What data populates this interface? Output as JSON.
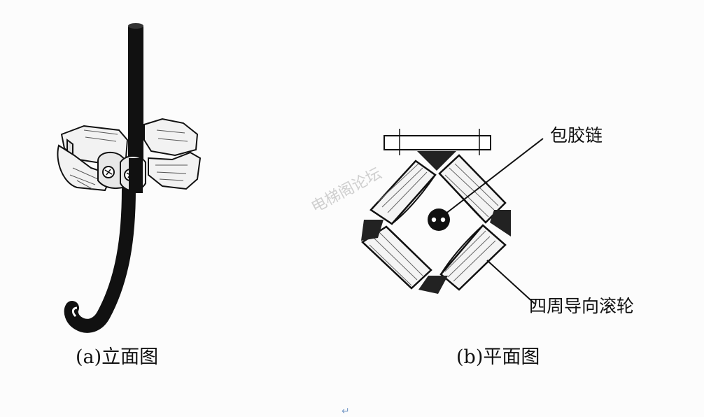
{
  "labels": {
    "chain": "包胶链",
    "rollers": "四周导向滚轮"
  },
  "captions": {
    "elevation": "(a)立面图",
    "plan": "(b)平面图"
  },
  "watermark": "电梯阁论坛",
  "paragraph_mark": "↵",
  "colors": {
    "ink": "#111111",
    "background": "#ffffff",
    "paragraph_mark": "#7a9cc8"
  }
}
